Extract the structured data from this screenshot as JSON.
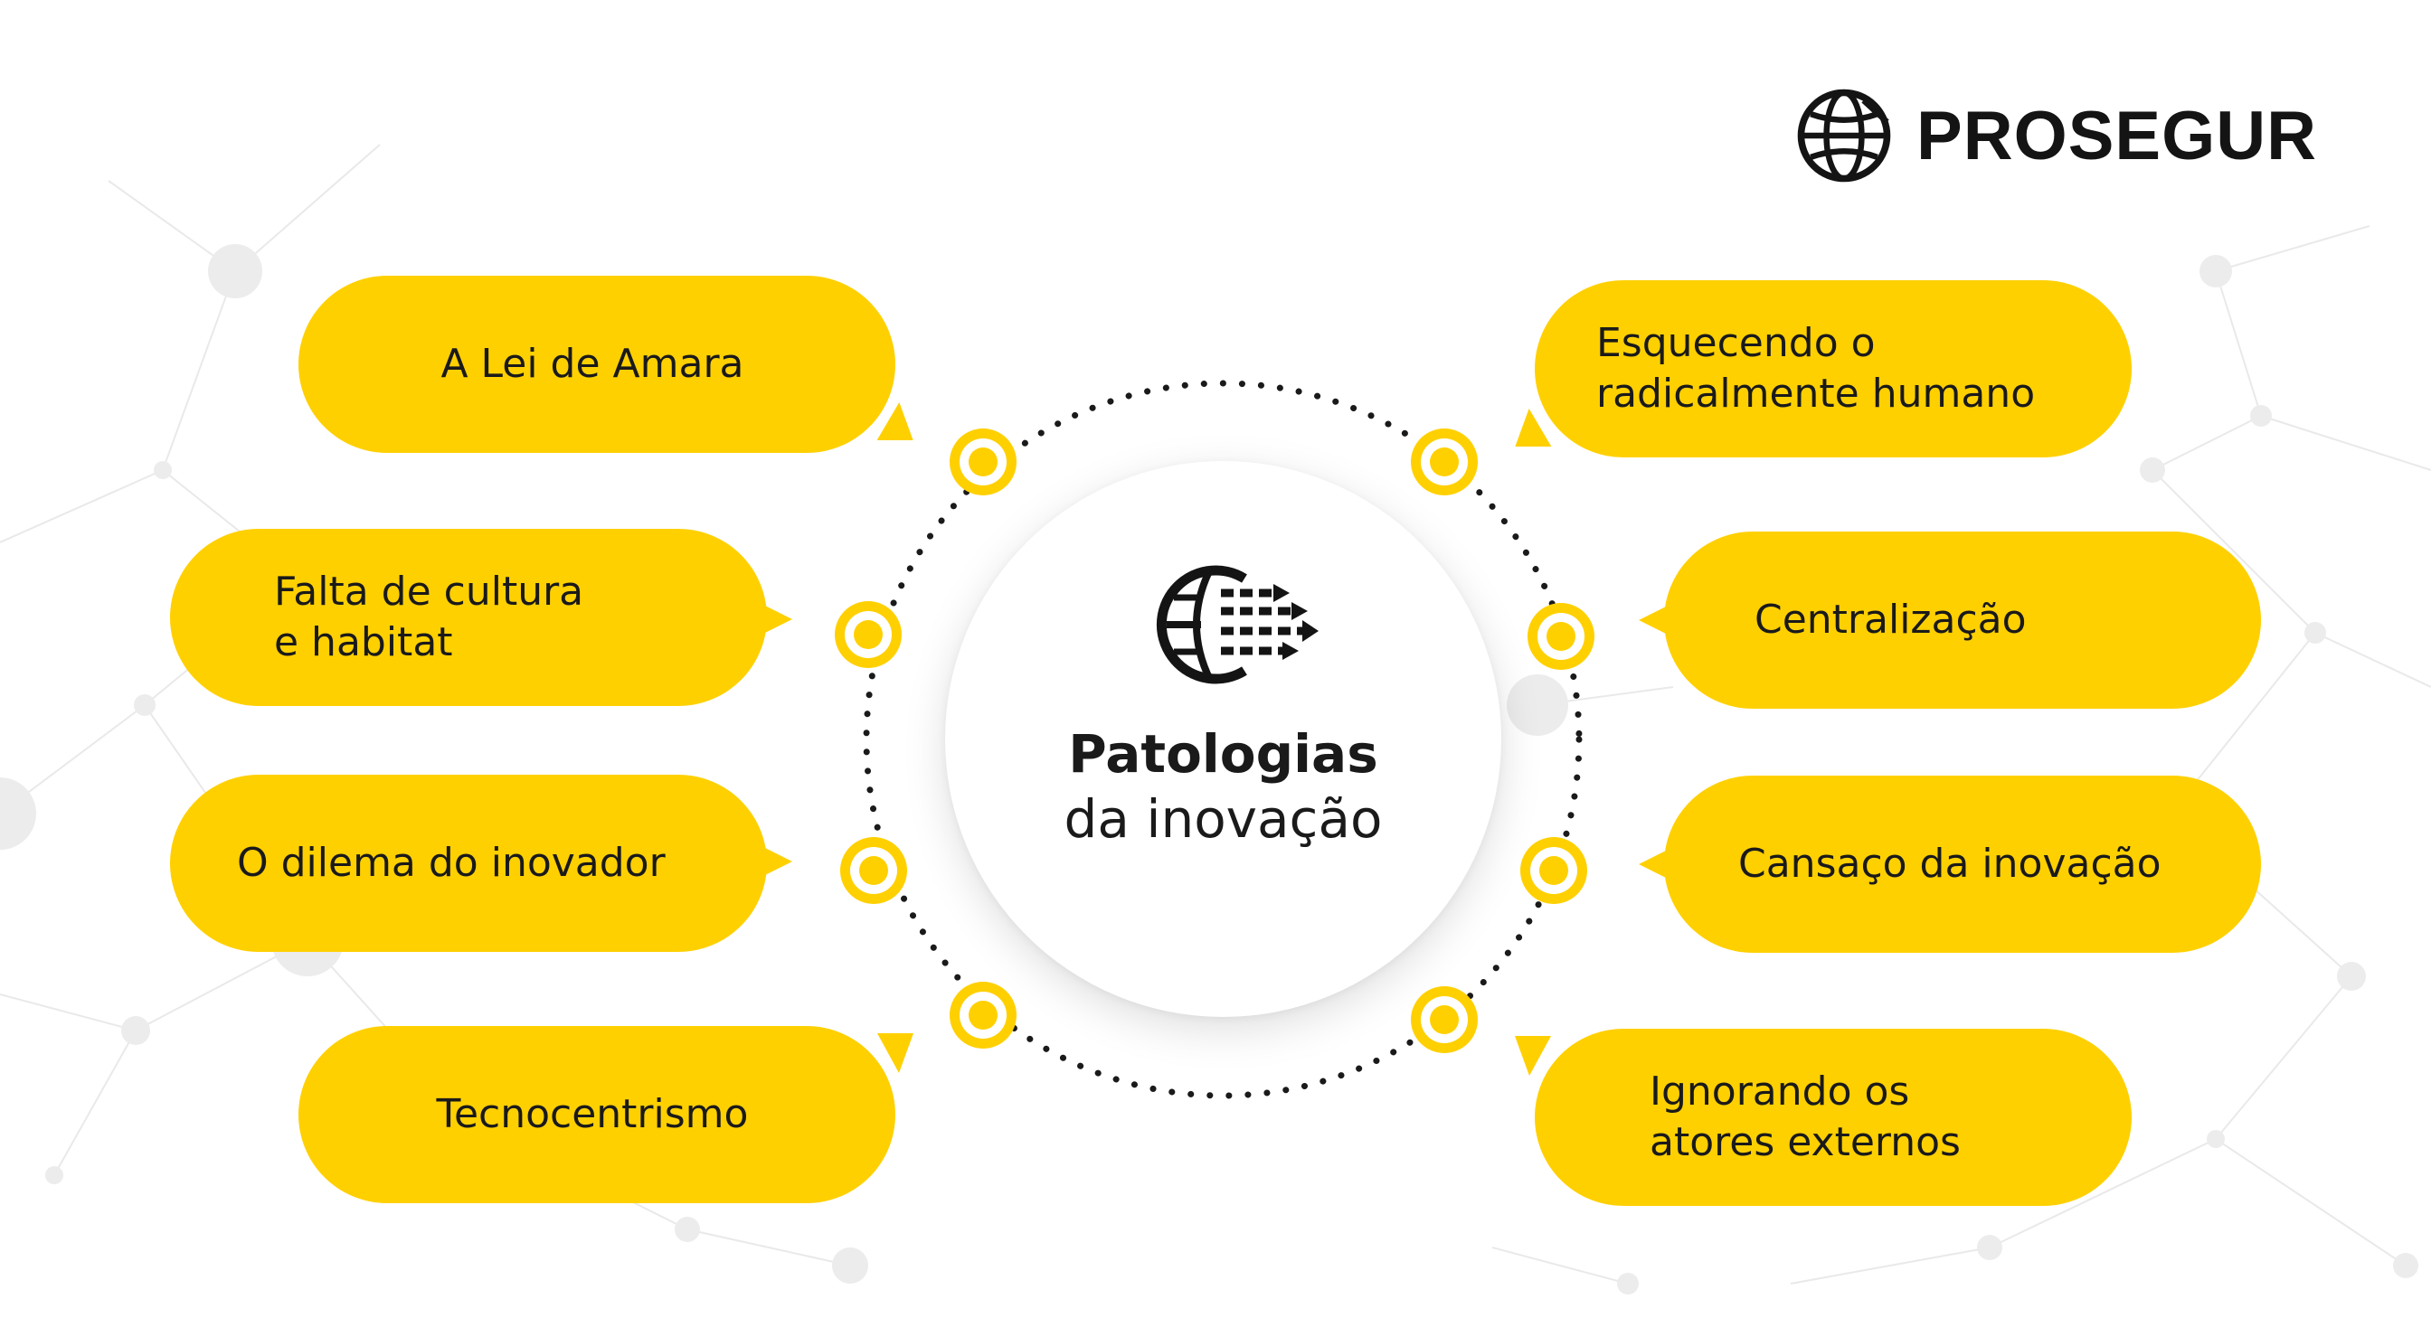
{
  "brand": {
    "logo_text": "PROSEGUR",
    "icon": "globe-icon"
  },
  "center": {
    "title": "Patologias",
    "subtitle": "da inovação",
    "icon": "globe-arrows-icon"
  },
  "colors": {
    "accent": "#ffd000",
    "text": "#1a1a1a",
    "background": "#ffffff",
    "network": "#e6e6e6"
  },
  "items_left": [
    {
      "label": "A Lei de Amara"
    },
    {
      "label": "Falta de cultura\ne habitat"
    },
    {
      "label": "O dilema do inovador"
    },
    {
      "label": "Tecnocentrismo"
    }
  ],
  "items_right": [
    {
      "label": "Esquecendo o\nradicalmente humano"
    },
    {
      "label": "Centralização"
    },
    {
      "label": "Cansaço da inovação"
    },
    {
      "label": "Ignorando os\natores externos"
    }
  ]
}
